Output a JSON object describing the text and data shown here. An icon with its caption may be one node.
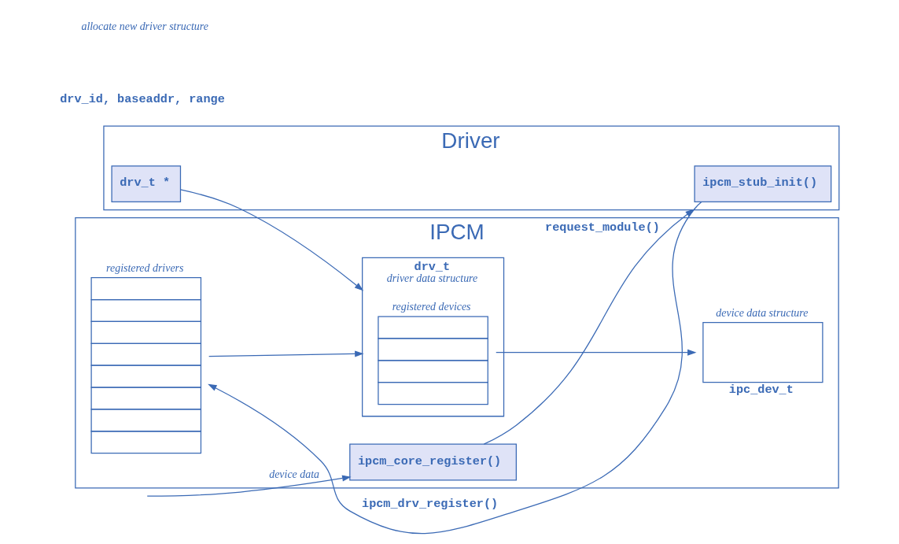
{
  "diagram": {
    "nodes": [
      {
        "text": [
          "IPCM"
        ]
      },
      {
        "text": [
          "ipcm_core_register()"
        ],
        "in": 0
      },
      {
        "text": [
          "device data structure",
          "ipc_dev_t"
        ],
        "in": 0
      },
      {
        "text": [
          "registered drivers"
        ],
        "in": 0
      },
      {
        "text": [
          "drv_t",
          "driver data structure"
        ],
        "in": 0
      },
      {
        "text": [
          "registered devices"
        ],
        "in": 4
      },
      {
        "text": [
          "Driver"
        ]
      },
      {
        "text": [
          "ipcm_stub_init()"
        ],
        "in": 6
      },
      {
        "text": [
          "drv_t *"
        ],
        "in": 6
      }
    ],
    "edges": [
      {
        "from": null,
        "to": 1,
        "arrow": "to",
        "label": "device data"
      },
      {
        "from": 1,
        "to": 6,
        "arrow": "to",
        "label": "request_module()"
      },
      {
        "from": 7,
        "to": 3,
        "arrow": "to",
        "label": "ipcm_drv_register()"
      },
      {
        "from": 8,
        "to": 4,
        "arrow": "to"
      },
      {
        "from": 3,
        "to": 4,
        "arrow": "to"
      },
      {
        "from": 5,
        "to": 2,
        "arrow": "to"
      }
    ],
    "labels": [
      "drv_id, baseaddr, range",
      "allocate new driver structure"
    ]
  }
}
